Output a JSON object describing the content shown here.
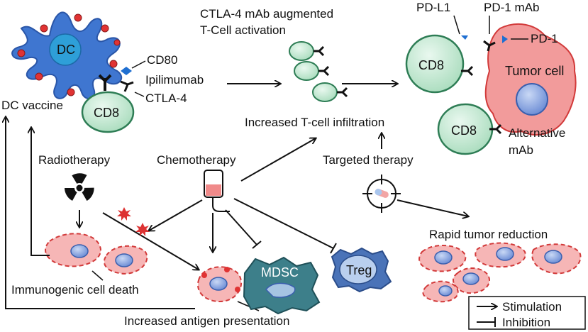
{
  "labels": {
    "dc": "DC",
    "cd80": "CD80",
    "ipilimumab": "Ipilimumab",
    "ctla4": "CTLA-4",
    "cd8": "CD8",
    "dc_vaccine": "DC vaccine",
    "ctla4_mab_line1": "CTLA-4 mAb augmented",
    "ctla4_mab_line2": "T-Cell activation",
    "increased_infiltration": "Increased T-cell infiltration",
    "pdl1": "PD-L1",
    "pd1_mab": "PD-1 mAb",
    "pd1": "PD-1",
    "tumor_cell": "Tumor cell",
    "alternative_line1": "Alternative",
    "alternative_line2": "mAb",
    "radiotherapy": "Radiotherapy",
    "chemotherapy": "Chemotherapy",
    "targeted_therapy": "Targeted therapy",
    "rapid_reduction": "Rapid tumor reduction",
    "mdsc": "MDSC",
    "treg": "Treg",
    "immunogenic_death": "Immunogenic cell death",
    "antigen_presentation": "Increased antigen presentation"
  },
  "legend": {
    "stimulation": "Stimulation",
    "inhibition": "Inhibition"
  },
  "colors": {
    "dc_blue": "#3f76d0",
    "cd8_green": "#c9ebd6",
    "cd8_stroke": "#2e7d55",
    "tumor_red": "#f29b9b",
    "tumor_stroke": "#d23a3a",
    "mdsc_teal": "#3d7f8a",
    "treg_blue": "#4a73b8",
    "receptor_blue": "#1f6fd1"
  }
}
